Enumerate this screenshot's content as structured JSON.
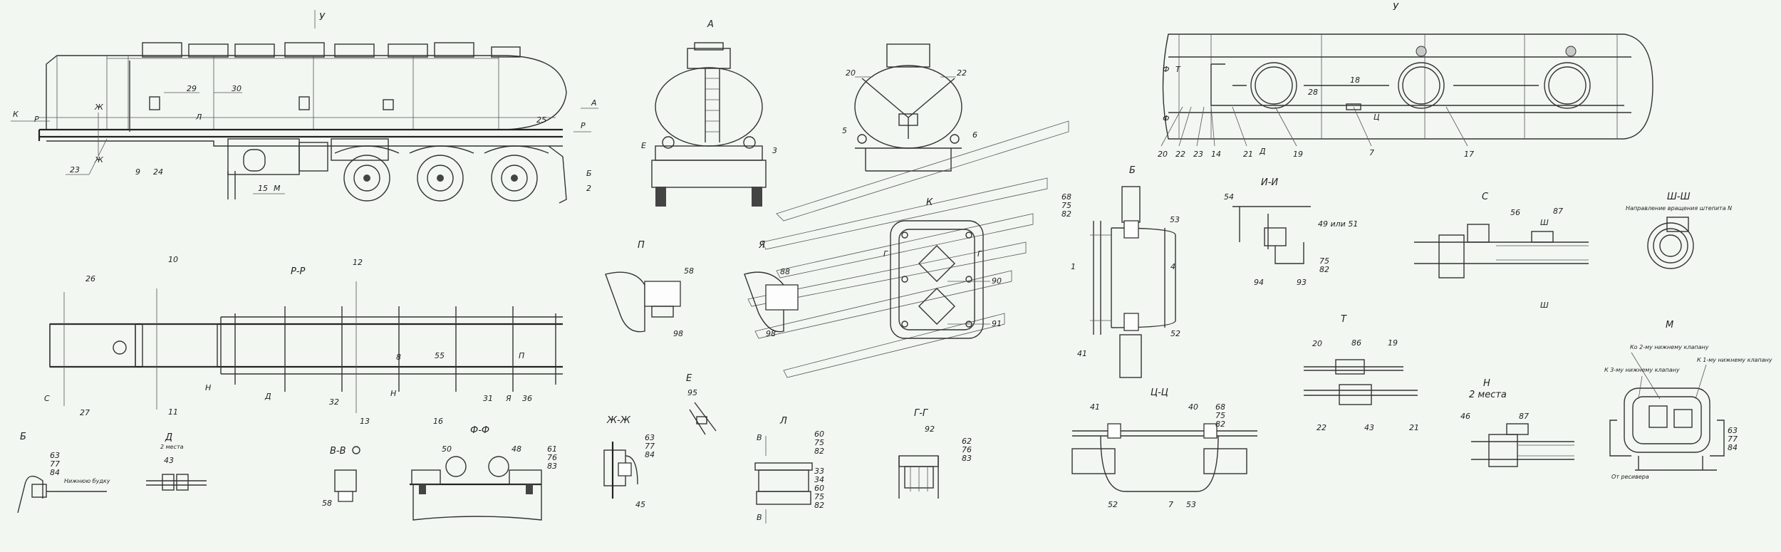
{
  "views": {
    "main_side": "У",
    "a": "А",
    "u": "У",
    "b": "Б",
    "ii": "И-И",
    "s": "С",
    "shsh": "Ш-Ш",
    "pp": "Р-Р",
    "p": "П",
    "ya": "Я",
    "k": "К",
    "t": "Т",
    "e": "Е",
    "zhzh": "Ж-Ж",
    "l": "Л",
    "gg": "Г-Г",
    "ff": "Ф-Ф",
    "vv": "В-В",
    "d": "Д",
    "b2": "Б",
    "tsts": "Ц-Ц",
    "n": "Н",
    "n_sub": "2 места",
    "m": "М"
  },
  "notes": {
    "shsh_note": "Направление вращения штепита N",
    "d_sub": "2 места",
    "b2_note": "Нижнюю будку",
    "m_note1": "Ко 2-му нижнему клапану",
    "m_note2": "К 3-му нижнему клапану",
    "m_note3": "К 1-му нижнему клапану",
    "m_note4": "От ресивера"
  },
  "callouts": {
    "main": [
      "К",
      "Р",
      "Ж",
      "Ж",
      "23",
      "9",
      "24",
      "29",
      "30",
      "Л",
      "15",
      "М",
      "25",
      "А",
      "Р",
      "Б",
      "2"
    ],
    "a": [
      "Е",
      "3"
    ],
    "a2": [
      "20",
      "22",
      "5",
      "6"
    ],
    "u": [
      "Ф",
      "Т",
      "Ф",
      "18",
      "28",
      "Ц",
      "20",
      "22",
      "23",
      "14",
      "21",
      "Д",
      "19",
      "7",
      "17"
    ],
    "b": [
      "68",
      "75",
      "82",
      "53",
      "1",
      "4",
      "52",
      "41"
    ],
    "ii": [
      "54",
      "49 или 51",
      "75",
      "82",
      "94",
      "93"
    ],
    "s": [
      "56",
      "87",
      "Ш",
      "Ш"
    ],
    "pp": [
      "26",
      "10",
      "12",
      "С",
      "27",
      "11",
      "Н",
      "Д",
      "32",
      "13",
      "8",
      "Н",
      "55",
      "16",
      "31",
      "Я",
      "П",
      "36"
    ],
    "p": [
      "58",
      "98"
    ],
    "ya": [
      "88",
      "98"
    ],
    "k": [
      "Г",
      "Г",
      "90",
      "91"
    ],
    "t": [
      "20",
      "86",
      "19",
      "22",
      "43",
      "21"
    ],
    "e": [
      "95"
    ],
    "zhzh": [
      "63",
      "77",
      "84",
      "45"
    ],
    "l": [
      "В",
      "60",
      "75",
      "82",
      "33",
      "34",
      "60",
      "75",
      "82",
      "В"
    ],
    "gg": [
      "92",
      "62",
      "76",
      "83"
    ],
    "ff": [
      "50",
      "48",
      "61",
      "76",
      "83"
    ],
    "vv": [
      "58"
    ],
    "d": [
      "43"
    ],
    "b2": [
      "63",
      "77",
      "84"
    ],
    "tsts": [
      "41",
      "40",
      "68",
      "75",
      "82",
      "52",
      "7",
      "53"
    ],
    "n": [
      "46",
      "87"
    ],
    "m": [
      "63",
      "77",
      "84"
    ]
  }
}
